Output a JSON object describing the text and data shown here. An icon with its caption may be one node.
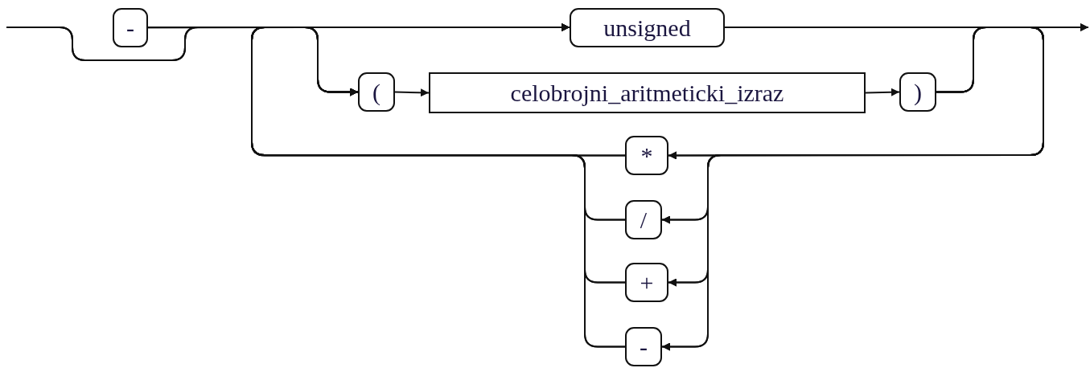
{
  "diagram": {
    "nodes": [
      {
        "text": [
          "-"
        ]
      },
      {
        "text": [
          "unsigned"
        ]
      },
      {
        "text": [
          "("
        ]
      },
      {
        "text": [
          "celobrojni_aritmeticki_izraz"
        ]
      },
      {
        "text": [
          ")"
        ]
      },
      {
        "text": [
          "*"
        ]
      },
      {
        "text": [
          "/"
        ]
      },
      {
        "text": [
          "+"
        ]
      },
      {
        "text": [
          "-"
        ]
      }
    ],
    "edges": [
      {
        "from": null,
        "to": 0,
        "arrow": "to"
      },
      {
        "from": 0,
        "to": 1,
        "arrow": "to"
      },
      {
        "from": 0,
        "to": 2,
        "arrow": "to"
      },
      {
        "from": null,
        "to": 1,
        "arrow": "to"
      },
      {
        "from": null,
        "to": 2,
        "arrow": "to"
      },
      {
        "from": 2,
        "to": 3,
        "arrow": "to"
      },
      {
        "from": 3,
        "to": 4,
        "arrow": "to"
      },
      {
        "from": 1,
        "to": null,
        "arrow": "to"
      },
      {
        "from": 4,
        "to": null,
        "arrow": "to"
      },
      {
        "from": 1,
        "to": 5,
        "arrow": "to"
      },
      {
        "from": 1,
        "to": 6,
        "arrow": "to"
      },
      {
        "from": 1,
        "to": 7,
        "arrow": "to"
      },
      {
        "from": 1,
        "to": 8,
        "arrow": "to"
      },
      {
        "from": 4,
        "to": 5,
        "arrow": "to"
      },
      {
        "from": 4,
        "to": 6,
        "arrow": "to"
      },
      {
        "from": 4,
        "to": 7,
        "arrow": "to"
      },
      {
        "from": 4,
        "to": 8,
        "arrow": "to"
      },
      {
        "from": 5,
        "to": 1,
        "arrow": "to"
      },
      {
        "from": 5,
        "to": 2,
        "arrow": "to"
      },
      {
        "from": 6,
        "to": 1,
        "arrow": "to"
      },
      {
        "from": 6,
        "to": 2,
        "arrow": "to"
      },
      {
        "from": 7,
        "to": 1,
        "arrow": "to"
      },
      {
        "from": 7,
        "to": 2,
        "arrow": "to"
      },
      {
        "from": 8,
        "to": 1,
        "arrow": "to"
      },
      {
        "from": 8,
        "to": 2,
        "arrow": "to"
      }
    ]
  }
}
